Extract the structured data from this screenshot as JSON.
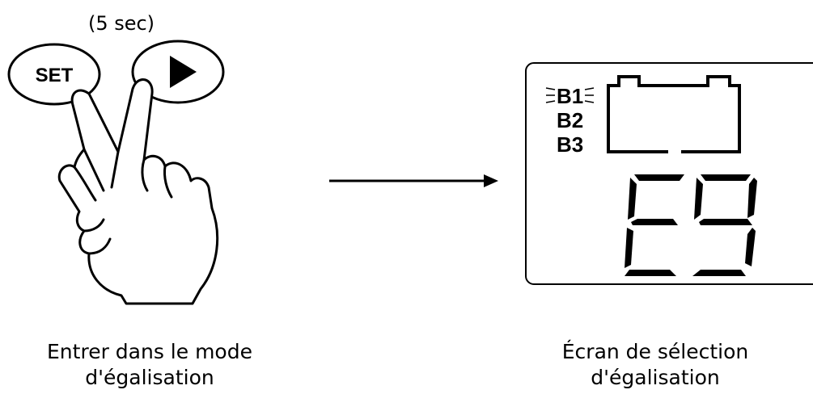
{
  "hold": {
    "duration_label": "(5 sec)"
  },
  "buttons": {
    "set_label": "SET",
    "next_icon": "play-triangle-icon"
  },
  "display": {
    "battery_labels": [
      "B1",
      "B2",
      "B3"
    ],
    "active_battery": "B1",
    "code": "E9"
  },
  "captions": {
    "left": [
      "Entrer dans le mode",
      "d'égalisation"
    ],
    "right": [
      "Écran de sélection",
      "d'égalisation"
    ]
  },
  "colors": {
    "ink": "#000000",
    "background": "#ffffff"
  }
}
